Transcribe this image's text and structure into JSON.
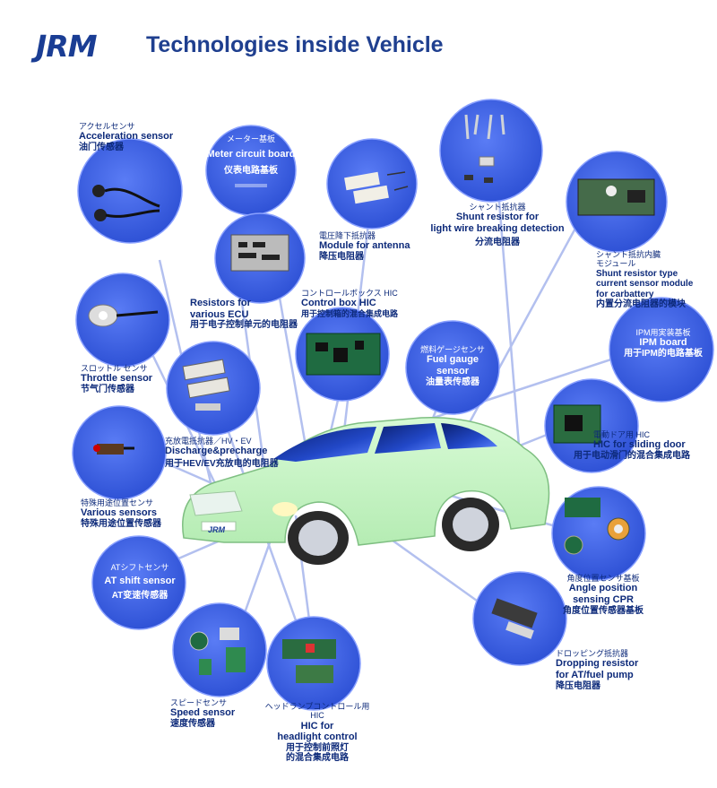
{
  "header": {
    "logo": "JRM",
    "title": "Technologies inside Vehicle"
  },
  "car": {
    "badge": "JRM"
  },
  "components": {
    "acceleration": {
      "jp": "アクセルセンサ",
      "en": "Acceleration sensor",
      "cn": "油门传感器"
    },
    "meter": {
      "jp": "メーター基板",
      "en": "Meter circuit board",
      "cn": "仪表电路基板"
    },
    "module_antenna": {
      "jp": "電圧降下抵抗器",
      "en": "Module for  antenna",
      "cn": "降压电阻器"
    },
    "shunt_wire": {
      "jp": "シャント抵抗器",
      "en": "Shunt resistor for",
      "en2": "light wire breaking detection",
      "cn": "分流电阻器"
    },
    "shunt_module": {
      "jp": "シャント抵抗内臓",
      "jp2": "モジュール",
      "en": "Shunt resistor type",
      "en2": "current sensor module",
      "en3": "for carbattery",
      "cn": "内置分流电阻器的模块"
    },
    "ecu": {
      "en": "Resistors for",
      "en2": "various ECU",
      "cn": "用于电子控制单元的电阻器"
    },
    "control_box": {
      "jp": "コントロールボックス HIC",
      "en": "Control box HIC",
      "cn": "用于控制箱的混合集成电路"
    },
    "throttle": {
      "jp": "スロットル センサ",
      "en": "Throttle sensor",
      "cn": "节气门传感器"
    },
    "fuel_gauge": {
      "jp": "燃料ゲージセンサ",
      "en": "Fuel gauge",
      "en2": "sensor",
      "cn": "油量表传感器"
    },
    "ipm": {
      "jp": "IPM用実装基板",
      "en": "IPM board",
      "cn": "用于IPM的电路基板"
    },
    "discharge": {
      "jp": "充放電抵抗器／HV・EV",
      "en": "Discharge&precharge",
      "cn": "用于HEV/EV充放电的电阻器"
    },
    "sliding_door": {
      "jp": "電動ドア用 HIC",
      "en": "HIC for sliding door",
      "cn": "用于电动滑门的混合集成电路"
    },
    "various_sensors": {
      "jp": "特殊用途位置センサ",
      "en": "Various sensors",
      "cn": "特殊用途位置传感器"
    },
    "at_shift": {
      "jp": "ATシフトセンサ",
      "en": "AT shift sensor",
      "cn": "AT变速传感器"
    },
    "angle_position": {
      "jp": "角度位置センサ基板",
      "en": "Angle position",
      "en2": "sensing CPR",
      "cn": "角度位置传感器基板"
    },
    "speed": {
      "jp": "スピードセンサ",
      "en": "Speed sensor",
      "cn": "速度传感器"
    },
    "headlight": {
      "jp": "ヘッドランプコントロール用HIC",
      "en": "HIC for",
      "en2": "headlight control",
      "cn": "用于控制前照灯",
      "cn2": "的混合集成电路"
    },
    "dropping": {
      "jp": "ドロッピング抵抗器",
      "en": "Dropping resistor",
      "en2": "for AT/fuel pump",
      "cn": "降压电阻器"
    }
  },
  "colors": {
    "circle": "#3a5fe0",
    "circle_edge": "#7d96ff",
    "line": "#aebcf0",
    "car_body": "#c8f5c6",
    "label": "#0d2a7a",
    "title": "#1f3f8f"
  },
  "icons": [
    "car-illustration",
    "resistor-photo",
    "circuit-board-photo",
    "sensor-photo"
  ]
}
